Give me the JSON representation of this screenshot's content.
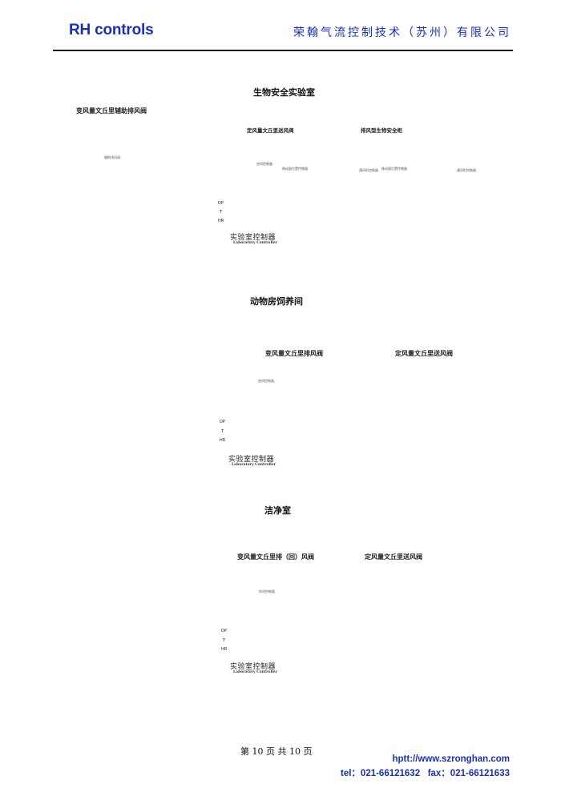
{
  "header": {
    "brand": "RH controls",
    "company": "荣翰气流控制技术（苏州）有限公司"
  },
  "sections": [
    {
      "title": "生物安全实验室",
      "labels": {
        "aux_exhaust_valve": "变风量文丘里辅助排风阀",
        "supply_valve": "定风量文丘里送风阀",
        "cabinet": "排风型生物安全柜",
        "valve_controller_small": "辅助排风阀",
        "room_controller": "房间控制器",
        "sash_sensor_1": "移动窗位置传感器",
        "sash_sensor_2": "移动窗位置传感器",
        "hood_controller_1": "通风柜控制器",
        "hood_controller_2": "通风柜控制器"
      },
      "controller": {
        "name_cn": "实验室控制器",
        "name_en": "Laboratory Controller",
        "sensors": [
          "DP",
          "T",
          "HR"
        ]
      }
    },
    {
      "title": "动物房饲养间",
      "labels": {
        "exhaust_valve": "变风量文丘里排风阀",
        "supply_valve": "定风量文丘里送风阀",
        "room_controller": "房间控制器"
      },
      "controller": {
        "name_cn": "实验室控制器",
        "name_en": "Laboratory Controller",
        "sensors": [
          "DP",
          "T",
          "HR"
        ]
      }
    },
    {
      "title": "洁净室",
      "labels": {
        "exhaust_valve": "变风量文丘里排（回）风阀",
        "supply_valve": "定风量文丘里送风阀",
        "room_controller": "房间控制器"
      },
      "controller": {
        "name_cn": "实验室控制器",
        "name_en": "Laboratory Controller",
        "sensors": [
          "DP",
          "T",
          "HR"
        ]
      }
    }
  ],
  "footer": {
    "page": "第 10 页 共 10 页",
    "url": "hptt://www.szronghan.com",
    "contact": "tel：021-66121632   fax：021-66121633"
  },
  "colors": {
    "brand": "#1a2fb8",
    "exhaust_arrow": "#d9241c",
    "supply_arrow": "#1f8fd6",
    "valve": "#f0a81c",
    "cabinet": "#1f4e9c",
    "airflow": "#2aa84a",
    "wire": "#8fbfb8"
  }
}
